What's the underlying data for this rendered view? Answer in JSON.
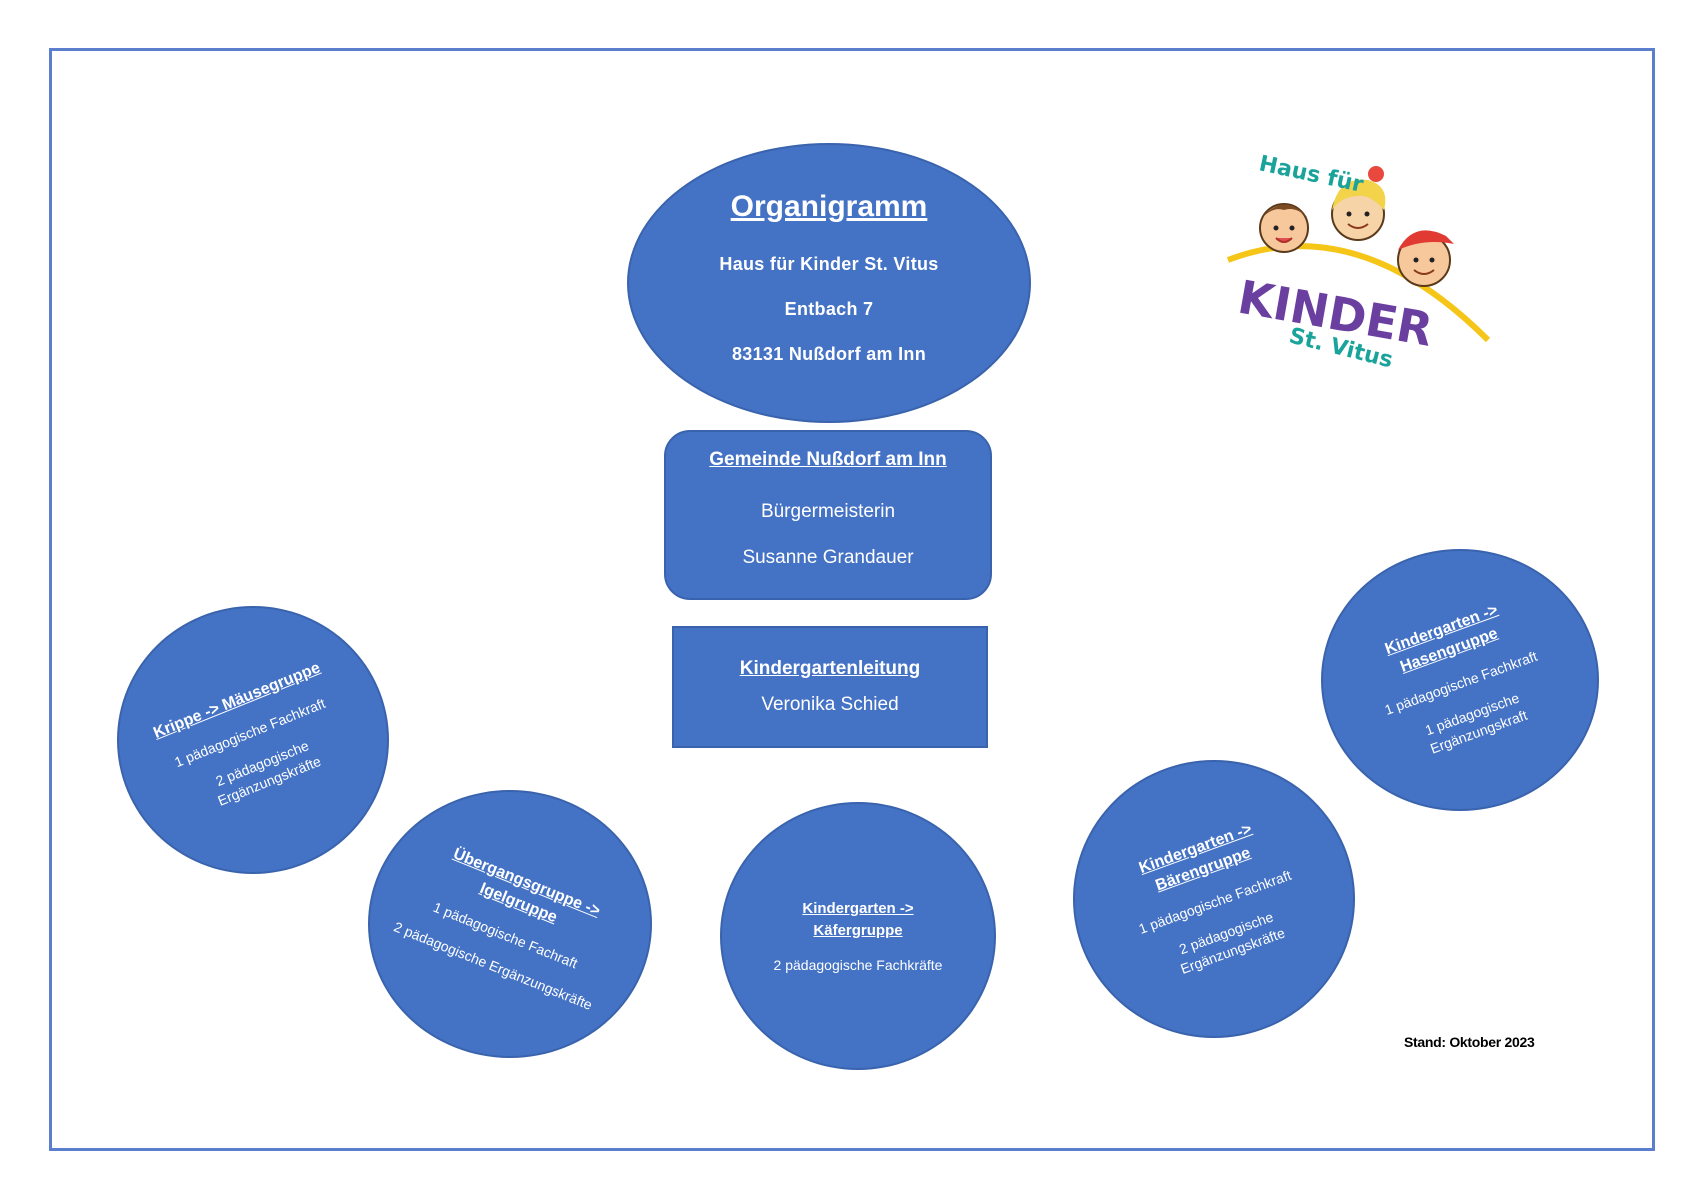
{
  "title": {
    "heading": "Organigramm",
    "line1": "Haus für Kinder St. Vitus",
    "line2": "Entbach 7",
    "line3": "83131 Nußdorf am Inn"
  },
  "gemeinde": {
    "heading": "Gemeinde Nußdorf am Inn",
    "line1": "Bürgermeisterin",
    "line2": "Susanne Grandauer"
  },
  "leitung": {
    "heading": "Kindergartenleitung",
    "line1": "Veronika Schied"
  },
  "groups": [
    {
      "heading": "Krippe -> Mäusegruppe",
      "line1": "1 pädagogische Fachkraft",
      "line2": "2 pädagogische Ergänzungskräfte"
    },
    {
      "heading": "Übergangsgruppe -> Igelgruppe",
      "line1": "1 pädagogische Fachraft",
      "line2": "2 pädagogische Ergänzungskräfte"
    },
    {
      "heading": "Kindergarten -> Käfergruppe",
      "line1": "2 pädagogische Fachkräfte",
      "line2": ""
    },
    {
      "heading": "Kindergarten -> Bärengruppe",
      "line1": "1 pädagogische Fachkraft",
      "line2": "2 pädagogische Ergänzungskräfte"
    },
    {
      "heading": "Kindergarten -> Hasengruppe",
      "line1": "1 pädagogische Fachkraft",
      "line2": "1 pädagogische Ergänzungskraft"
    }
  ],
  "logo": {
    "top_text": "Haus für",
    "main_text": "KINDER",
    "sub_text": "St. Vitus"
  },
  "footer": {
    "stand": "Stand: Oktober 2023"
  },
  "colors": {
    "shape_fill": "#4472c4",
    "frame": "#5b7fcc",
    "text": "#ffffff"
  }
}
